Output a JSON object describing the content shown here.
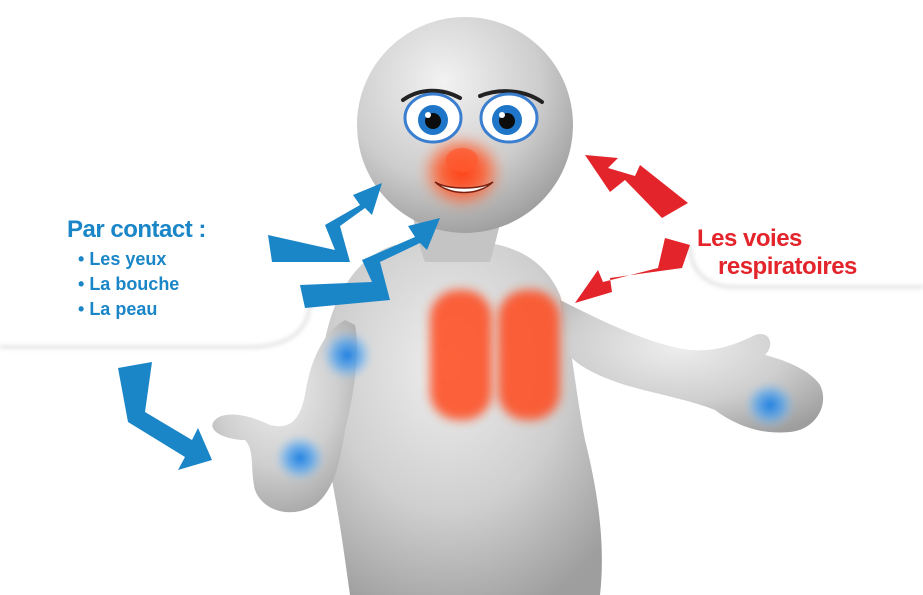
{
  "contact": {
    "title": "Par contact :",
    "items": [
      "Les yeux",
      "La bouche",
      "La peau"
    ]
  },
  "respiratory": {
    "line1": "Les voies",
    "line2": "respiratoires"
  },
  "colors": {
    "contact_blue": "#1a86c8",
    "respiratory_red": "#e3242b",
    "figure_gray": "#c9c9c9",
    "glow_orange": "#ff4a1c",
    "glow_blue": "#2b8fe0"
  },
  "icons": {
    "figure": "3d-person-figure",
    "contact_arrows": "blue-zigzag-arrow",
    "respiratory_arrows": "red-zigzag-arrow"
  }
}
